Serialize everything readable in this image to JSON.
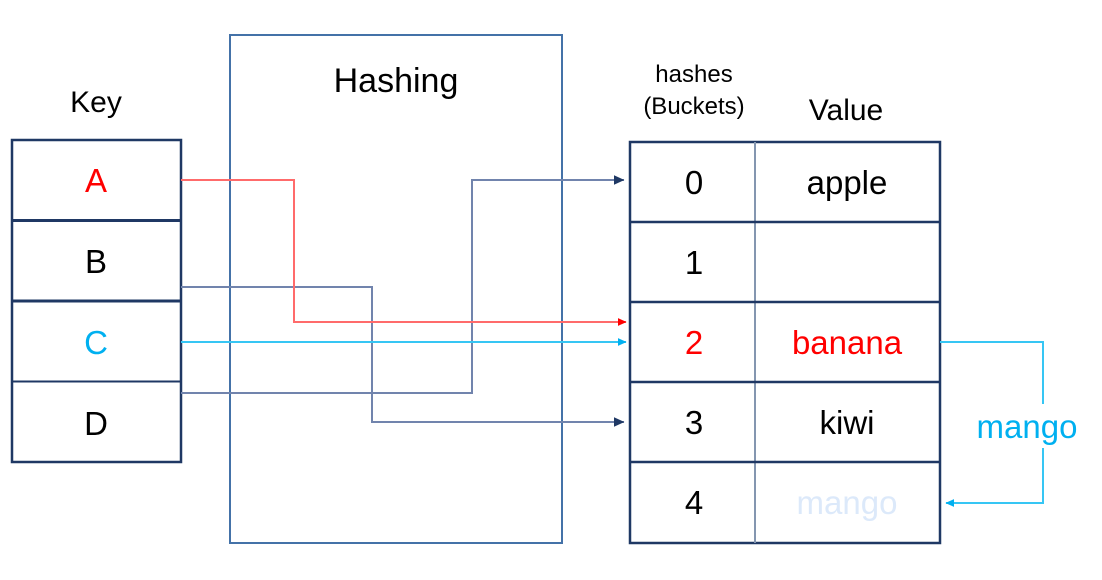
{
  "diagram": {
    "title": "Hashing table (hash map) diagram",
    "colors": {
      "outline": "#1F3864",
      "grid_light": "#8496B0",
      "red": "#FF0000",
      "red_line": "#FF6B6B",
      "cyan": "#00B0F0",
      "cyan_faint": "#DCE9FA",
      "black": "#000000",
      "connector_blue": "#7184AD",
      "arrow_blue": "#1F3864"
    },
    "headers": {
      "key": "Key",
      "hashing_box": "Hashing",
      "hashes_line1": "hashes",
      "hashes_line2": "(Buckets)",
      "value": "Value"
    },
    "key_table": {
      "rows": [
        {
          "label": "A",
          "color": "#FF0000"
        },
        {
          "label": "B",
          "color": "#000000"
        },
        {
          "label": "C",
          "color": "#00B0F0"
        },
        {
          "label": "D",
          "color": "#000000"
        }
      ]
    },
    "hash_table": {
      "rows": [
        {
          "bucket": "0",
          "value": "apple",
          "bucket_color": "#000000",
          "value_color": "#000000"
        },
        {
          "bucket": "1",
          "value": "",
          "bucket_color": "#000000",
          "value_color": "#000000"
        },
        {
          "bucket": "2",
          "value": "banana",
          "bucket_color": "#FF0000",
          "value_color": "#FF0000"
        },
        {
          "bucket": "3",
          "value": "kiwi",
          "bucket_color": "#000000",
          "value_color": "#000000"
        },
        {
          "bucket": "4",
          "value": "mango",
          "bucket_color": "#000000",
          "value_color": "#DCE9FA"
        }
      ]
    },
    "annotation": {
      "mango_label": "mango",
      "mango_color": "#00B0F0"
    },
    "connectors": [
      {
        "name": "a-to-bucket-2",
        "from": "A",
        "to": "2",
        "color": "#FF6B6B"
      },
      {
        "name": "b-to-bucket-3",
        "from": "B",
        "to": "3",
        "color": "#7184AD"
      },
      {
        "name": "c-to-bucket-2",
        "from": "C",
        "to": "2",
        "color": "#00B0F0"
      },
      {
        "name": "d-to-bucket-0",
        "from": "D",
        "to": "0",
        "color": "#7184AD"
      },
      {
        "name": "collision-mango-to-bucket-4",
        "from": "2",
        "to": "4",
        "color": "#00B0F0"
      }
    ]
  }
}
